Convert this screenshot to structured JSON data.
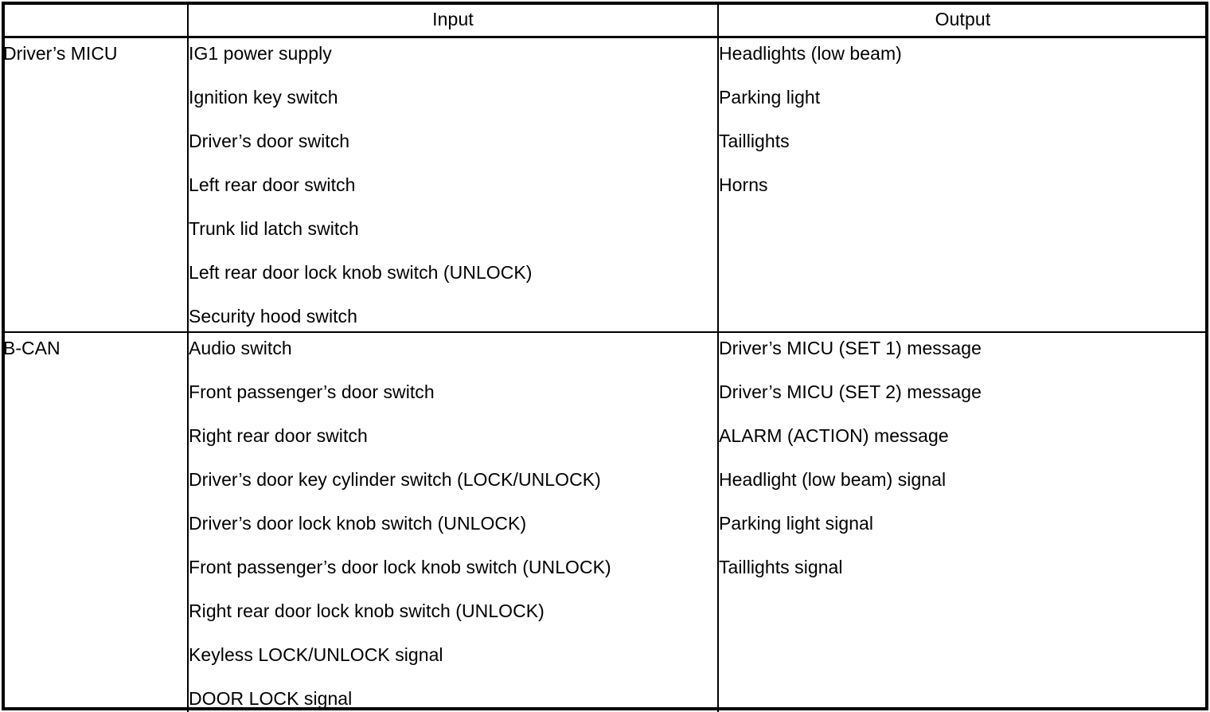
{
  "table": {
    "headers": {
      "module_column": "",
      "input_column": "Input",
      "output_column": "Output"
    },
    "rows": [
      {
        "module": "Driver’s MICU",
        "inputs": [
          "IG1 power supply",
          "Ignition key switch",
          "Driver’s door switch",
          "Left rear door switch",
          "Trunk lid latch switch",
          "Left rear door lock knob switch (UNLOCK)",
          "Security hood switch"
        ],
        "outputs": [
          "Headlights (low beam)",
          "Parking light",
          "Taillights",
          "Horns"
        ]
      },
      {
        "module": "B-CAN",
        "inputs": [
          "Audio switch",
          "Front passenger’s door switch",
          "Right rear door switch",
          "Driver’s door key cylinder switch (LOCK/UNLOCK)",
          "Driver’s door lock knob switch (UNLOCK)",
          "Front passenger’s door lock knob switch (UNLOCK)",
          "Right rear door lock knob switch (UNLOCK)",
          "Keyless LOCK/UNLOCK signal",
          "DOOR LOCK signal"
        ],
        "outputs": [
          "Driver’s MICU (SET 1) message",
          "Driver’s MICU (SET 2) message",
          "ALARM (ACTION) message",
          "Headlight (low beam) signal",
          "Parking light signal",
          "Taillights signal"
        ]
      }
    ]
  },
  "colors": {
    "border": "#000000",
    "text": "#000000",
    "background": "#ffffff"
  }
}
